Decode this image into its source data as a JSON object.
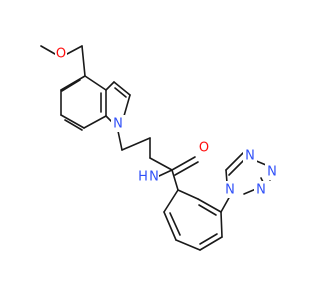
{
  "atom_labels": {
    "methoxy_O": "O",
    "indole_N": "N",
    "amide_NH": "H",
    "amide_N": "N",
    "carbonyl_O": "O",
    "tetrazole_N1": "N",
    "tetrazole_N2": "N",
    "tetrazole_N3": "N",
    "tetrazole_N4": "N"
  },
  "colors": {
    "bond": "#1a1a1a",
    "oxygen": "#ff0d0d",
    "nitrogen": "#3050f8",
    "background": "#ffffff"
  }
}
